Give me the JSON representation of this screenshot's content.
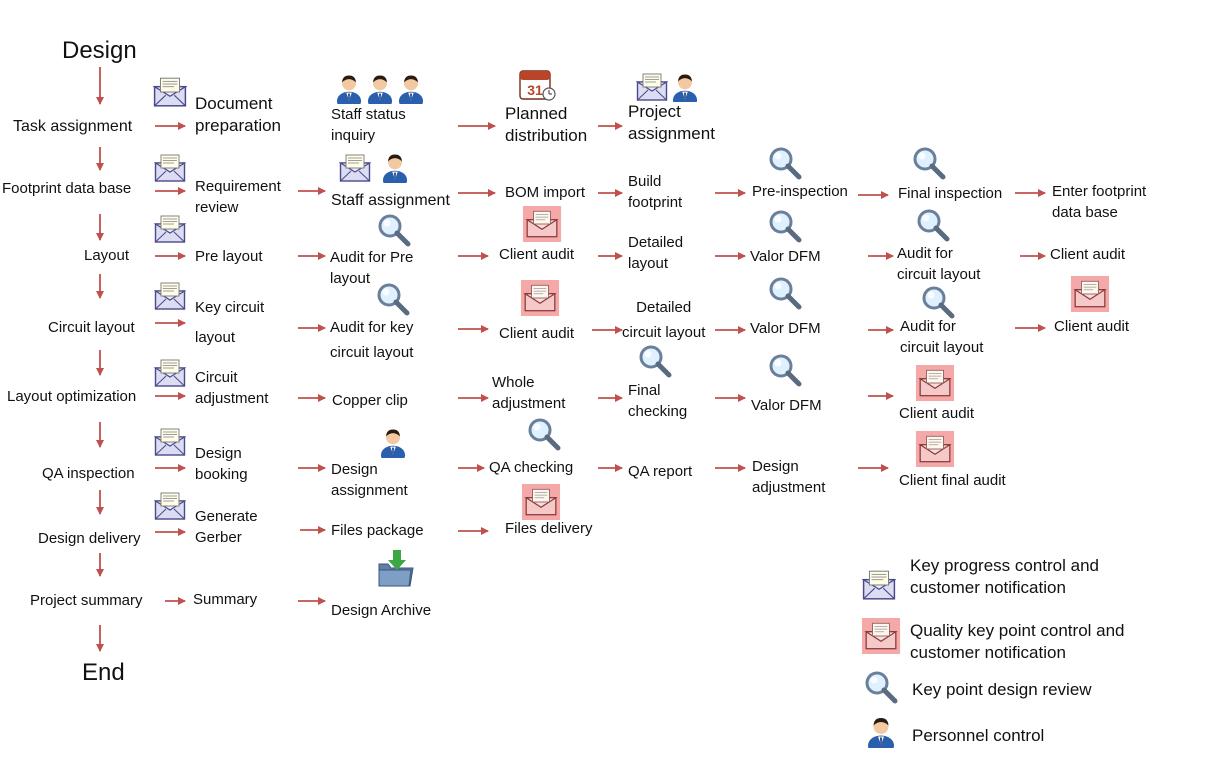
{
  "steps": {
    "design": "Design",
    "task": "Task assignment",
    "footprint": "Footprint data base",
    "layout": "Layout",
    "circuit": "Circuit layout",
    "optim": "Layout optimization",
    "qa": "QA inspection",
    "delivery": "Design delivery",
    "summary": "Project summary",
    "end": "End"
  },
  "row1": {
    "doc": "Document\npreparation",
    "staff": "Staff status\ninquiry",
    "planned": "Planned\ndistribution",
    "project": "Project\nassignment"
  },
  "row2": {
    "req": "Requirement\nreview",
    "staffassign": "Staff assignment",
    "bom": "BOM import",
    "build": "Build\nfootprint",
    "pre": "Pre-inspection",
    "final": "Final inspection",
    "enter": "Enter footprint\ndata base"
  },
  "row3": {
    "prelayout": "Pre layout",
    "auditpre": "Audit for Pre\nlayout",
    "client": "Client audit",
    "detailed": "Detailed\nlayout",
    "valor": "Valor DFM",
    "auditcirc": "Audit for\ncircuit layout",
    "client2": "Client audit"
  },
  "row4": {
    "key1": "Key circuit",
    "key2": "layout",
    "auditkey": "Audit for key\ncircuit layout",
    "client": "Client audit",
    "detailed": "Detailed\ncircuit layout",
    "valor": "Valor DFM",
    "auditcirc": "Audit for\ncircuit layout",
    "client2": "Client audit"
  },
  "row5": {
    "circadj": "Circuit\nadjustment",
    "copper": "Copper clip",
    "whole": "Whole\nadjustment",
    "finalcheck": "Final\nchecking",
    "valor": "Valor DFM",
    "client": "Client audit"
  },
  "row6": {
    "booking": "Design\nbooking",
    "dassign": "Design\nassignment",
    "qacheck": "QA checking",
    "qareport": "QA report",
    "dadjust": "Design\nadjustment",
    "clientfinal": "Client final audit"
  },
  "row7": {
    "gerber": "Generate\nGerber",
    "files": "Files package",
    "filesdel": "Files delivery"
  },
  "row8": {
    "summary": "Summary",
    "archive": "Design Archive"
  },
  "legend": {
    "key_progress": "Key progress control and\ncustomer notification",
    "quality": "Quality key point control and\ncustomer notification",
    "review": "Key point design review",
    "personnel": "Personnel control"
  },
  "colors": {
    "arrow": "#c0504d",
    "quality_bg": "#f4a9a8",
    "envelope_stroke": "#4a4a8a"
  }
}
